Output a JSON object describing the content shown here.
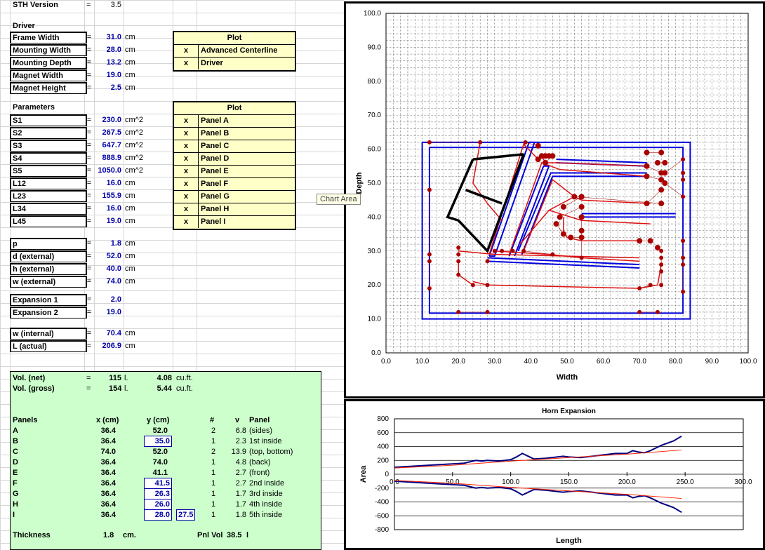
{
  "header": {
    "version_label": "STH Version",
    "eq": "=",
    "version_value": "3.5"
  },
  "driver": {
    "title": "Driver",
    "rows": [
      {
        "label": "Frame Width",
        "value": "31.0",
        "unit": "cm"
      },
      {
        "label": "Mounting Width",
        "value": "28.0",
        "unit": "cm"
      },
      {
        "label": "Mounting Depth",
        "value": "13.2",
        "unit": "cm"
      },
      {
        "label": "Magnet Width",
        "value": "19.0",
        "unit": "cm"
      },
      {
        "label": "Magnet Height",
        "value": "2.5",
        "unit": "cm"
      }
    ]
  },
  "parameters": {
    "title": "Parameters",
    "rows": [
      {
        "label": "S1",
        "value": "230.0",
        "unit": "cm^2"
      },
      {
        "label": "S2",
        "value": "267.5",
        "unit": "cm^2"
      },
      {
        "label": "S3",
        "value": "647.7",
        "unit": "cm^2"
      },
      {
        "label": "S4",
        "value": "888.9",
        "unit": "cm^2"
      },
      {
        "label": "S5",
        "value": "1050.0",
        "unit": "cm^2"
      },
      {
        "label": "L12",
        "value": "16.0",
        "unit": "cm"
      },
      {
        "label": "L23",
        "value": "155.9",
        "unit": "cm"
      },
      {
        "label": "L34",
        "value": "16.0",
        "unit": "cm"
      },
      {
        "label": "L45",
        "value": "19.0",
        "unit": "cm"
      }
    ]
  },
  "external": {
    "rows": [
      {
        "label": "p",
        "value": "1.8",
        "unit": "cm"
      },
      {
        "label": "d (external)",
        "value": "52.0",
        "unit": "cm"
      },
      {
        "label": "h (external)",
        "value": "40.0",
        "unit": "cm"
      },
      {
        "label": "w (external)",
        "value": "74.0",
        "unit": "cm"
      }
    ]
  },
  "expansion": {
    "rows": [
      {
        "label": "Expansion 1",
        "value": "2.0",
        "unit": ""
      },
      {
        "label": "Expansion 2",
        "value": "19.0",
        "unit": ""
      }
    ]
  },
  "internal": {
    "rows": [
      {
        "label": "w (internal)",
        "value": "70.4",
        "unit": "cm"
      },
      {
        "label": "L (actual)",
        "value": "206.9",
        "unit": "cm"
      }
    ]
  },
  "plot1": {
    "header": "Plot",
    "items": [
      {
        "mark": "x",
        "label": "Advanced Centerline"
      },
      {
        "mark": "x",
        "label": "Driver"
      }
    ]
  },
  "plot2": {
    "header": "Plot",
    "items": [
      {
        "mark": "x",
        "label": "Panel A"
      },
      {
        "mark": "x",
        "label": "Panel B"
      },
      {
        "mark": "x",
        "label": "Panel C"
      },
      {
        "mark": "x",
        "label": "Panel D"
      },
      {
        "mark": "x",
        "label": "Panel E"
      },
      {
        "mark": "x",
        "label": "Panel F"
      },
      {
        "mark": "x",
        "label": "Panel G"
      },
      {
        "mark": "x",
        "label": "Panel H"
      },
      {
        "mark": "x",
        "label": "Panel I"
      }
    ]
  },
  "volume": {
    "net": {
      "label": "Vol. (net)",
      "eq": "=",
      "l": "115",
      "lu": "l.",
      "ft": "4.08",
      "ftu": "cu.ft."
    },
    "gross": {
      "label": "Vol. (gross)",
      "eq": "=",
      "l": "154",
      "lu": "l.",
      "ft": "5.44",
      "ftu": "cu.ft."
    }
  },
  "panels": {
    "headers": {
      "name": "Panels",
      "x": "x (cm)",
      "y": "y (cm)",
      "n": "#",
      "v": "v",
      "panel": "Panel"
    },
    "rows": [
      {
        "name": "A",
        "x": "36.4",
        "y": "52.0",
        "n": "2",
        "v": "6.8",
        "panel": "(sides)",
        "extra": ""
      },
      {
        "name": "B",
        "x": "36.4",
        "y": "35.0",
        "n": "1",
        "v": "2.3",
        "panel": "1st inside",
        "extra": ""
      },
      {
        "name": "C",
        "x": "74.0",
        "y": "52.0",
        "n": "2",
        "v": "13.9",
        "panel": "(top, bottom)",
        "extra": ""
      },
      {
        "name": "D",
        "x": "36.4",
        "y": "74.0",
        "n": "1",
        "v": "4.8",
        "panel": "(back)",
        "extra": ""
      },
      {
        "name": "E",
        "x": "36.4",
        "y": "41.1",
        "n": "1",
        "v": "2.7",
        "panel": "(front)",
        "extra": ""
      },
      {
        "name": "F",
        "x": "36.4",
        "y": "41.5",
        "n": "1",
        "v": "2.7",
        "panel": "2nd inside",
        "extra": ""
      },
      {
        "name": "G",
        "x": "36.4",
        "y": "26.3",
        "n": "1",
        "v": "1.7",
        "panel": "3rd inside",
        "extra": ""
      },
      {
        "name": "H",
        "x": "36.4",
        "y": "26.0",
        "n": "1",
        "v": "1.7",
        "panel": "4th inside",
        "extra": ""
      },
      {
        "name": "I",
        "x": "36.4",
        "y": "28.0",
        "n": "1",
        "v": "1.8",
        "panel": "5th inside",
        "extra": "27.5"
      }
    ],
    "thickness": {
      "label": "Thickness",
      "value": "1.8",
      "unit": "cm.",
      "pnl_label": "Pnl Vol",
      "pnl_value": "38.5",
      "pnl_unit": "l"
    }
  },
  "tooltip": "Chart Area",
  "colors": {
    "panel_bg": "#ffffc8",
    "volume_bg": "#ccffcc",
    "input_value": "#0000aa",
    "blue_line": "#0000dd",
    "red_line": "#dd1111",
    "node": "#aa0000"
  },
  "chart_data": [
    {
      "type": "scatter",
      "title": "",
      "xlabel": "Width",
      "ylabel": "Depth",
      "xlim": [
        0,
        100
      ],
      "ylim": [
        0,
        100
      ],
      "x_ticks": [
        "0.0",
        "10.0",
        "20.0",
        "30.0",
        "40.0",
        "50.0",
        "60.0",
        "70.0",
        "80.0",
        "90.0",
        "100.0"
      ],
      "y_ticks": [
        "0.0",
        "10.0",
        "20.0",
        "30.0",
        "40.0",
        "50.0",
        "60.0",
        "70.0",
        "80.0",
        "90.0",
        "100.0"
      ],
      "grid": true,
      "series": [
        {
          "style": "blue",
          "segments": [
            [
              [
                10,
                62
              ],
              [
                84,
                62
              ],
              [
                84,
                10
              ],
              [
                10,
                10
              ],
              [
                10,
                62
              ]
            ],
            [
              [
                12,
                60.5
              ],
              [
                82,
                60.5
              ],
              [
                82,
                11.7
              ],
              [
                12,
                11.7
              ],
              [
                12,
                60.5
              ]
            ],
            [
              [
                28.5,
                28.5
              ],
              [
                39.5,
                62
              ],
              [
                41,
                62
              ],
              [
                30,
                28.5
              ],
              [
                28.5,
                28.5
              ]
            ],
            [
              [
                34,
                28.5
              ],
              [
                43.5,
                55
              ],
              [
                45,
                55
              ],
              [
                35.5,
                28.5
              ]
            ],
            [
              [
                37.5,
                29
              ],
              [
                46,
                52
              ],
              [
                72,
                52
              ]
            ],
            [
              [
                36.5,
                30
              ],
              [
                45.5,
                53
              ],
              [
                72,
                53
              ]
            ],
            [
              [
                28,
                28
              ],
              [
                70,
                26
              ]
            ],
            [
              [
                28,
                27
              ],
              [
                70,
                25
              ]
            ],
            [
              [
                47,
                56
              ],
              [
                72,
                55
              ]
            ],
            [
              [
                47,
                57
              ],
              [
                72,
                56
              ]
            ],
            [
              [
                54,
                40
              ],
              [
                80,
                40
              ]
            ],
            [
              [
                54,
                41
              ],
              [
                80,
                41
              ]
            ]
          ]
        },
        {
          "style": "red",
          "segments": [
            [
              [
                28.5,
                29
              ],
              [
                38,
                61.5
              ],
              [
                42,
                57
              ],
              [
                43,
                58
              ],
              [
                44,
                56
              ],
              [
                47,
                56
              ],
              [
                72,
                55
              ]
            ],
            [
              [
                34,
                29
              ],
              [
                43,
                56
              ],
              [
                48,
                54
              ],
              [
                72,
                52
              ]
            ],
            [
              [
                38,
                30
              ],
              [
                46,
                51
              ],
              [
                52,
                46
              ],
              [
                54,
                45
              ],
              [
                73,
                44
              ]
            ],
            [
              [
                37,
                32
              ],
              [
                45,
                42
              ],
              [
                52,
                46
              ]
            ],
            [
              [
                45,
                42
              ],
              [
                54,
                39
              ],
              [
                73,
                38
              ]
            ],
            [
              [
                30,
                30
              ],
              [
                45,
                29
              ],
              [
                54,
                28
              ],
              [
                70,
                27
              ]
            ],
            [
              [
                20,
                30
              ],
              [
                30,
                29
              ],
              [
                70,
                28
              ]
            ],
            [
              [
                24,
                21
              ],
              [
                28,
                20
              ],
              [
                70,
                19
              ],
              [
                75,
                20
              ],
              [
                76,
                26
              ]
            ],
            [
              [
                20,
                27
              ],
              [
                20,
                23
              ],
              [
                24,
                20
              ]
            ],
            [
              [
                26,
                62
              ],
              [
                24,
                50
              ],
              [
                28,
                44
              ],
              [
                32,
                39
              ]
            ],
            [
              [
                49,
                40
              ],
              [
                49,
                36
              ],
              [
                50,
                34
              ],
              [
                54,
                33
              ],
              [
                70,
                33
              ]
            ]
          ]
        },
        {
          "style": "black",
          "segments": [
            [
              [
                24,
                57
              ],
              [
                38,
                58.5
              ]
            ],
            [
              [
                24,
                57
              ],
              [
                17,
                40
              ],
              [
                20,
                39
              ],
              [
                28,
                30
              ],
              [
                38,
                58.5
              ]
            ],
            [
              [
                22,
                48
              ],
              [
                32,
                44
              ]
            ]
          ]
        }
      ],
      "points": [
        [
          12,
          62
        ],
        [
          26,
          62
        ],
        [
          38.5,
          62
        ],
        [
          42,
          61
        ],
        [
          42,
          57
        ],
        [
          43,
          58
        ],
        [
          44,
          58
        ],
        [
          45,
          58
        ],
        [
          46,
          58
        ],
        [
          44,
          56
        ],
        [
          72,
          59
        ],
        [
          76,
          59
        ],
        [
          75,
          56
        ],
        [
          77,
          56
        ],
        [
          72,
          55
        ],
        [
          76,
          53
        ],
        [
          77,
          53
        ],
        [
          82,
          57
        ],
        [
          82,
          53
        ],
        [
          82,
          51
        ],
        [
          72,
          52
        ],
        [
          76,
          51
        ],
        [
          77,
          50
        ],
        [
          82,
          46
        ],
        [
          76,
          48
        ],
        [
          72,
          44
        ],
        [
          76,
          44
        ],
        [
          52,
          46
        ],
        [
          54,
          46
        ],
        [
          49,
          43
        ],
        [
          48,
          40
        ],
        [
          54,
          43
        ],
        [
          47,
          38
        ],
        [
          49,
          35
        ],
        [
          51,
          34
        ],
        [
          54,
          34
        ],
        [
          70,
          33
        ],
        [
          73,
          33
        ],
        [
          75,
          31
        ],
        [
          76,
          30
        ],
        [
          76,
          28
        ],
        [
          76,
          26
        ],
        [
          76,
          24
        ],
        [
          76,
          20
        ],
        [
          73,
          20
        ],
        [
          70,
          19
        ],
        [
          82,
          28
        ],
        [
          82,
          26
        ],
        [
          82,
          33
        ],
        [
          82,
          18
        ],
        [
          70,
          12
        ],
        [
          75,
          12
        ],
        [
          20,
          12
        ],
        [
          28,
          12
        ],
        [
          12,
          19
        ],
        [
          12,
          27
        ],
        [
          12,
          29
        ],
        [
          12,
          48
        ],
        [
          20,
          31
        ],
        [
          20,
          29
        ],
        [
          20,
          27
        ],
        [
          20,
          23
        ],
        [
          24,
          20
        ],
        [
          28,
          20
        ],
        [
          28,
          27
        ],
        [
          30,
          30
        ],
        [
          32,
          30
        ],
        [
          35,
          30
        ],
        [
          38,
          30
        ],
        [
          46,
          29
        ],
        [
          54,
          28
        ],
        [
          54,
          40
        ],
        [
          54,
          36
        ]
      ]
    },
    {
      "type": "line",
      "title": "Horn Expansion",
      "xlabel": "Length",
      "ylabel": "Area",
      "xlim": [
        0,
        300
      ],
      "ylim": [
        -800,
        800
      ],
      "x_ticks": [
        "0.0",
        "50.0",
        "100.0",
        "150.0",
        "200.0",
        "250.0",
        "300.0"
      ],
      "y_ticks": [
        "800",
        "600",
        "400",
        "200",
        "0",
        "-200",
        "-400",
        "-600",
        "-800"
      ],
      "series": [
        {
          "name": "",
          "color": "#000080",
          "x": [
            0,
            10,
            20,
            30,
            40,
            50,
            60,
            65,
            70,
            75,
            80,
            90,
            100,
            105,
            110,
            115,
            120,
            130,
            140,
            145,
            150,
            160,
            170,
            180,
            190,
            200,
            205,
            210,
            215,
            220,
            230,
            240,
            247
          ],
          "y": [
            100,
            110,
            120,
            130,
            140,
            150,
            160,
            180,
            200,
            190,
            200,
            190,
            210,
            250,
            300,
            260,
            220,
            230,
            250,
            260,
            250,
            240,
            260,
            280,
            300,
            300,
            340,
            320,
            310,
            340,
            420,
            480,
            550
          ]
        },
        {
          "name": "",
          "color": "#ff2200",
          "x": [
            0,
            50,
            100,
            150,
            200,
            247
          ],
          "y": [
            90,
            130,
            190,
            240,
            290,
            350
          ]
        }
      ]
    }
  ]
}
